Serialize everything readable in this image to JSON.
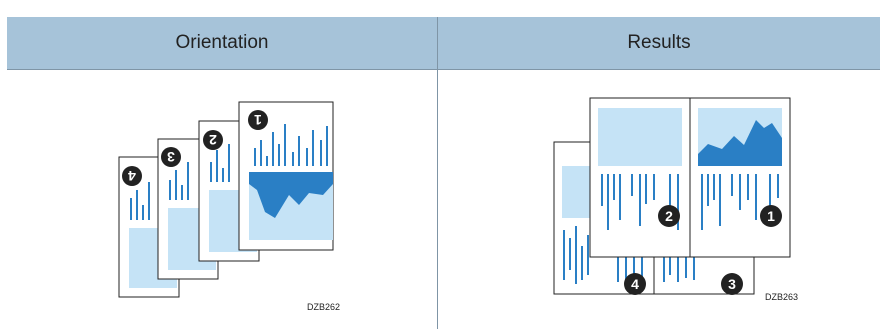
{
  "headers": {
    "orientation": "Orientation",
    "results": "Results"
  },
  "codes": {
    "left": "DZB262",
    "right": "DZB263"
  },
  "page_numbers": {
    "one": "1",
    "two": "2",
    "three": "3",
    "four": "4"
  },
  "colors": {
    "header": "#a6c3d9",
    "accent": "#2a7fc5",
    "light": "#c5e3f6",
    "border": "#7f95a6"
  }
}
